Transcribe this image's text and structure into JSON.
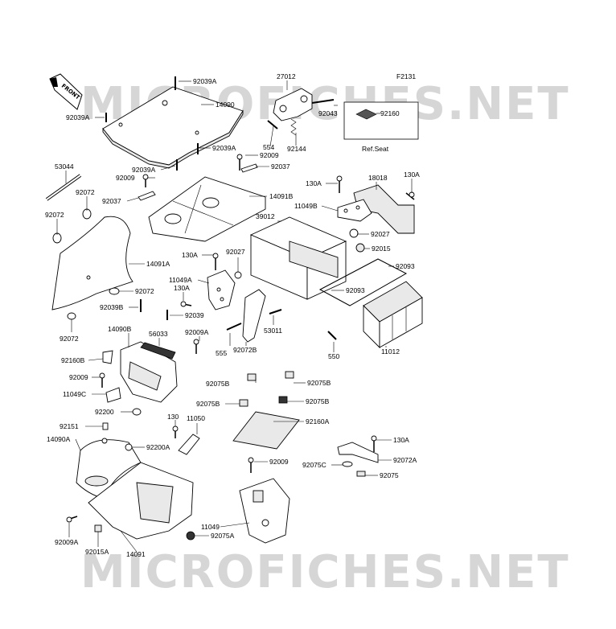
{
  "figure_code": "F2131",
  "front_label": "FRONT",
  "watermark": "MICROFICHES.NET",
  "ref_seat": "Ref.Seat",
  "labels": {
    "p92039A_a": "92039A",
    "p14090": "14090",
    "p92039A_b": "92039A",
    "p92039A_c": "92039A",
    "p92039A_d": "92039A",
    "p27012": "27012",
    "p92043": "92043",
    "p92160": "92160",
    "p554": "554",
    "p92144": "92144",
    "p92009_a": "92009",
    "p92037_a": "92037",
    "p92009_b": "92009",
    "p92037_b": "92037",
    "p14091B": "14091B",
    "p53044": "53044",
    "p92072_a": "92072",
    "p92072_b": "92072",
    "p14091A": "14091A",
    "p92072_c": "92072",
    "p92039B": "92039B",
    "p92072_d": "92072",
    "p130A_a": "130A",
    "p18018": "18018",
    "p130A_b": "130A",
    "p11049B": "11049B",
    "p39012": "39012",
    "p92027_a": "92027",
    "p92015": "92015",
    "p130A_c": "130A",
    "p92027_b": "92027",
    "p92093_a": "92093",
    "p11049A": "11049A",
    "p130A_d": "130A",
    "p92093_b": "92093",
    "p92039": "92039",
    "p53011": "53011",
    "p14090B": "14090B",
    "p56033": "56033",
    "p92009A_a": "92009A",
    "p555": "555",
    "p92072B": "92072B",
    "p550": "550",
    "p11012": "11012",
    "p92160B": "92160B",
    "p92009_c": "92009",
    "p92075B_a": "92075B",
    "p92075B_b": "92075B",
    "p11049C": "11049C",
    "p92075B_c": "92075B",
    "p92075B_d": "92075B",
    "p92200": "92200",
    "p130": "130",
    "p11050": "11050",
    "p92160A": "92160A",
    "p92151": "92151",
    "p14090A": "14090A",
    "p92200A": "92200A",
    "p130A_e": "130A",
    "p92009_d": "92009",
    "p92075C": "92075C",
    "p92072A": "92072A",
    "p92075": "92075",
    "p11049": "11049",
    "p92075A": "92075A",
    "p92009A_b": "92009A",
    "p92015A": "92015A",
    "p14091": "14091"
  }
}
